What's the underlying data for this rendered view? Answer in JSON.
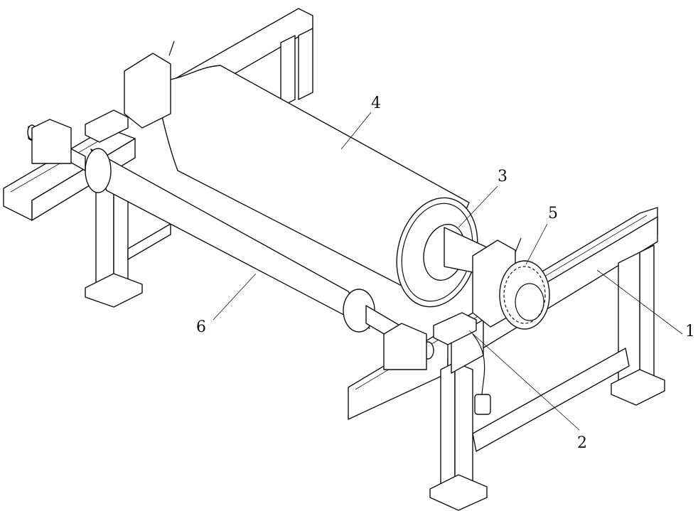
{
  "figure": {
    "callouts": [
      {
        "id": "frame",
        "label": "1"
      },
      {
        "id": "adjuster",
        "label": "2"
      },
      {
        "id": "roll-core",
        "label": "3"
      },
      {
        "id": "material-roll",
        "label": "4"
      },
      {
        "id": "gear",
        "label": "5"
      },
      {
        "id": "guide-roller",
        "label": "6"
      }
    ]
  }
}
